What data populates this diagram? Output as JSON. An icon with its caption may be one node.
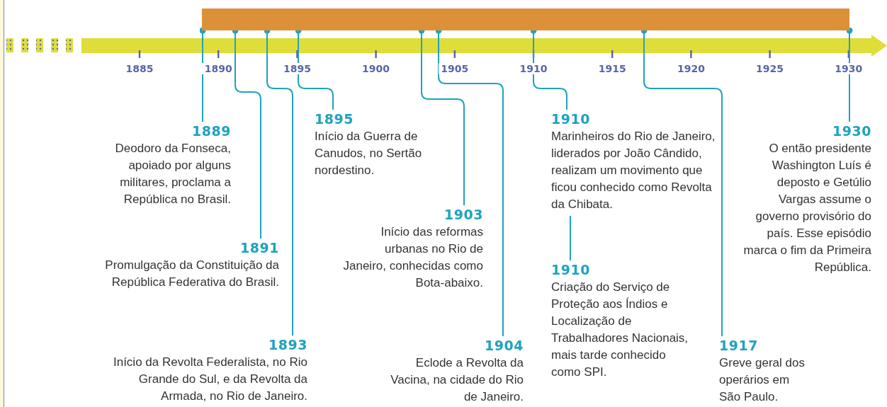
{
  "diagram": {
    "nodes": [
      {
        "text": [],
        "shape": "bar"
      },
      {
        "text": [
          "1889",
          "Deodoro da Fonseca, apoiado por alguns militares, proclama a República no Brasil."
        ]
      },
      {
        "text": [
          "1891",
          "Promulgação da Constituição da República Federativa do Brasil."
        ]
      },
      {
        "text": [
          "1893",
          "Início da Revolta Federalista, no Rio Grande do Sul, e da Revolta da Armada, no Rio de Janeiro."
        ]
      },
      {
        "text": [
          "1895",
          "Início da Guerra de Canudos, no Sertão nordestino."
        ]
      },
      {
        "text": [
          "1903",
          "Início das reformas urbanas no Rio de Janeiro, conhecidas como Bota-abaixo."
        ]
      },
      {
        "text": [
          "1904",
          "Eclode a Revolta da Vacina, na cidade do Rio de Janeiro."
        ]
      },
      {
        "text": [
          "1910",
          "Marinheiros do Rio de Janeiro, liderados por João Cândido, realizam um movimento que ficou conhecido como Revolta da Chibata."
        ]
      },
      {
        "text": [
          "1910",
          "Criação do Serviço de Proteção aos Índios e Localização de Trabalhadores Nacionais, mais tarde conhecido como SPI."
        ]
      },
      {
        "text": [
          "1917",
          "Greve geral dos operários em São Paulo."
        ]
      },
      {
        "text": [
          "1930",
          "O então presidente Washington Luís é deposto e Getúlio Vargas assume o governo provisório do país. Esse episódio marca o fim da Primeira República."
        ]
      }
    ],
    "edges": [
      {
        "from": 0,
        "to": 1,
        "arrow": "other"
      },
      {
        "from": 0,
        "to": 2,
        "arrow": "other"
      },
      {
        "from": 0,
        "to": 3,
        "arrow": "other"
      },
      {
        "from": 0,
        "to": 4,
        "arrow": "other"
      },
      {
        "from": 0,
        "to": 5,
        "arrow": "other"
      },
      {
        "from": 0,
        "to": 6,
        "arrow": "other"
      },
      {
        "from": 0,
        "to": 7,
        "arrow": "other"
      },
      {
        "from": 7,
        "to": 8,
        "arrow": "none"
      },
      {
        "from": 0,
        "to": 9,
        "arrow": "other"
      },
      {
        "from": 0,
        "to": 10,
        "arrow": "other"
      }
    ],
    "labels": [
      "1885",
      "1890",
      "1895",
      "1900",
      "1905",
      "1910",
      "1915",
      "1920",
      "1925",
      "1930"
    ]
  }
}
